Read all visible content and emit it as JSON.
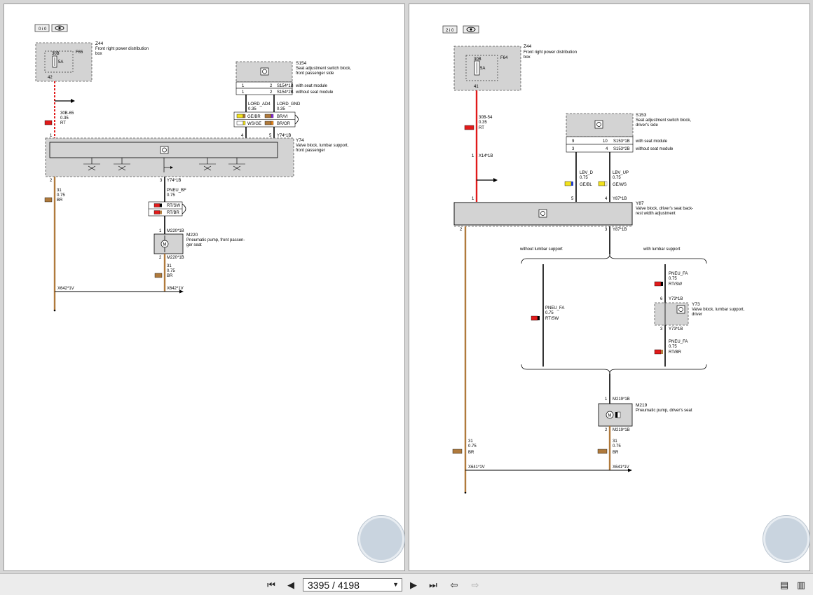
{
  "left": {
    "z44": {
      "id": "Z44",
      "desc1": "Front right power distribution",
      "desc2": "box",
      "fuse_label": "F65",
      "fuse_amp": "5A",
      "fuse_num": "30B",
      "pin": "42"
    },
    "s154": {
      "id": "S154",
      "desc1": "Seat adjustment switch block,",
      "desc2": "front passenger side",
      "row1": {
        "p1": "1",
        "p2": "2",
        "conn": "S154*1B",
        "note": "with seat module"
      },
      "row2": {
        "p1": "1",
        "p2": "2",
        "conn": "S154*2B",
        "note": "without seat module"
      }
    },
    "wire_30b": {
      "signal": "30B-65",
      "gauge": "0.35",
      "color": "RT"
    },
    "wire_lord_ad": {
      "signal": "LORD_AD4",
      "gauge": "0.35"
    },
    "wire_lord_gnd": {
      "signal": "LORD_GND",
      "gauge": "0.35"
    },
    "color_table": [
      {
        "a": "GE/BR",
        "b": "BR/VI"
      },
      {
        "a": "WS/GE",
        "b": "BR/OR"
      }
    ],
    "y74": {
      "id": "Y74",
      "desc1": "Valve block, lumbar support,",
      "desc2": "front passenger",
      "conn_top": "Y74*1B",
      "conn_bottom": "Y74*1B",
      "pin1": "1",
      "pin4": "4",
      "pin5": "5",
      "pin2": "2",
      "pin3": "3"
    },
    "wire_pneu": {
      "signal": "PNEU_BF",
      "gauge": "0.75",
      "row1": "RT/SW",
      "row2": "RT/BR"
    },
    "wire_gnd_left": {
      "signal": "31",
      "gauge": "0.75",
      "color": "BR"
    },
    "m220": {
      "id": "M220",
      "desc1": "Pneumatic pump, front passen-",
      "desc2": "ger seat",
      "conn_top": "M220*1B",
      "conn_bottom": "M220*1B",
      "pin1": "1",
      "pin2": "2"
    },
    "wire_gnd_pump": {
      "signal": "31",
      "gauge": "0.75",
      "color": "BR"
    },
    "ground_left": "X642*1V",
    "ground_right": "X642*1V"
  },
  "right": {
    "z44": {
      "id": "Z44",
      "desc1": "Front right power distribution",
      "desc2": "box",
      "fuse_label": "F64",
      "fuse_amp": "5A",
      "fuse_num": "30B",
      "pin": "41"
    },
    "wire_30b": {
      "signal": "30B-54",
      "gauge": "0.35",
      "color": "RT"
    },
    "x14": {
      "pin": "1",
      "conn": "X14*1B"
    },
    "s153": {
      "id": "S153",
      "desc1": "Seat adjustment switch block,",
      "desc2": "driver's side",
      "row1": {
        "p1": "9",
        "p2": "10",
        "conn": "S153*1B",
        "note": "with seat module"
      },
      "row2": {
        "p1": "3",
        "p2": "4",
        "conn": "S153*2B",
        "note": "without seat module"
      }
    },
    "wire_lbv_d": {
      "signal": "LBV_D",
      "gauge": "0.75",
      "color": "GE/BL"
    },
    "wire_lbv_up": {
      "signal": "LBV_UP",
      "gauge": "0.75",
      "color": "GE/WS"
    },
    "y87": {
      "id": "Y87",
      "desc1": "Valve block, driver's seat back-",
      "desc2": "rest width adjustment",
      "pin1": "1",
      "pin5": "5",
      "pin4": "4",
      "conn_top": "Y87*1B",
      "pin2": "2",
      "pin3": "3",
      "conn_bottom": "Y87*1B"
    },
    "branch_without": "without lumbar support",
    "branch_with": "with lumbar support",
    "pneu_left": {
      "signal": "PNEU_FA",
      "gauge": "0.75",
      "color": "RT/SW"
    },
    "pneu_top": {
      "signal": "PNEU_FA",
      "gauge": "0.75",
      "color": "RT/SW"
    },
    "y73": {
      "id": "Y73",
      "desc1": "Valve block, lumbar support,",
      "desc2": "driver",
      "pin6": "6",
      "pin3": "3",
      "conn_top": "Y73*1B",
      "conn_bottom": "Y73*1B"
    },
    "pneu_bottom": {
      "signal": "PNEU_FA",
      "gauge": "0.75",
      "color": "RT/BR"
    },
    "m219": {
      "id": "M219",
      "desc1": "Pneumatic pump, driver's seat",
      "conn_top": "M219*1B",
      "conn_bottom": "M219*1B",
      "pin1": "1",
      "pin2": "2"
    },
    "wire_gnd_left": {
      "signal": "31",
      "gauge": "0.75",
      "color": "BR"
    },
    "wire_gnd_pump": {
      "signal": "31",
      "gauge": "0.75",
      "color": "BR"
    },
    "ground_left": "X641*1V",
    "ground_right": "X641*1V"
  },
  "toolbar": {
    "page_value": "3395 / 4198"
  },
  "colors": {
    "red": "#e11a1a",
    "brown": "#b07a3c",
    "yellow": "#f2e21c",
    "blue": "#2340c8",
    "component_fill": "#d3d3d3"
  }
}
